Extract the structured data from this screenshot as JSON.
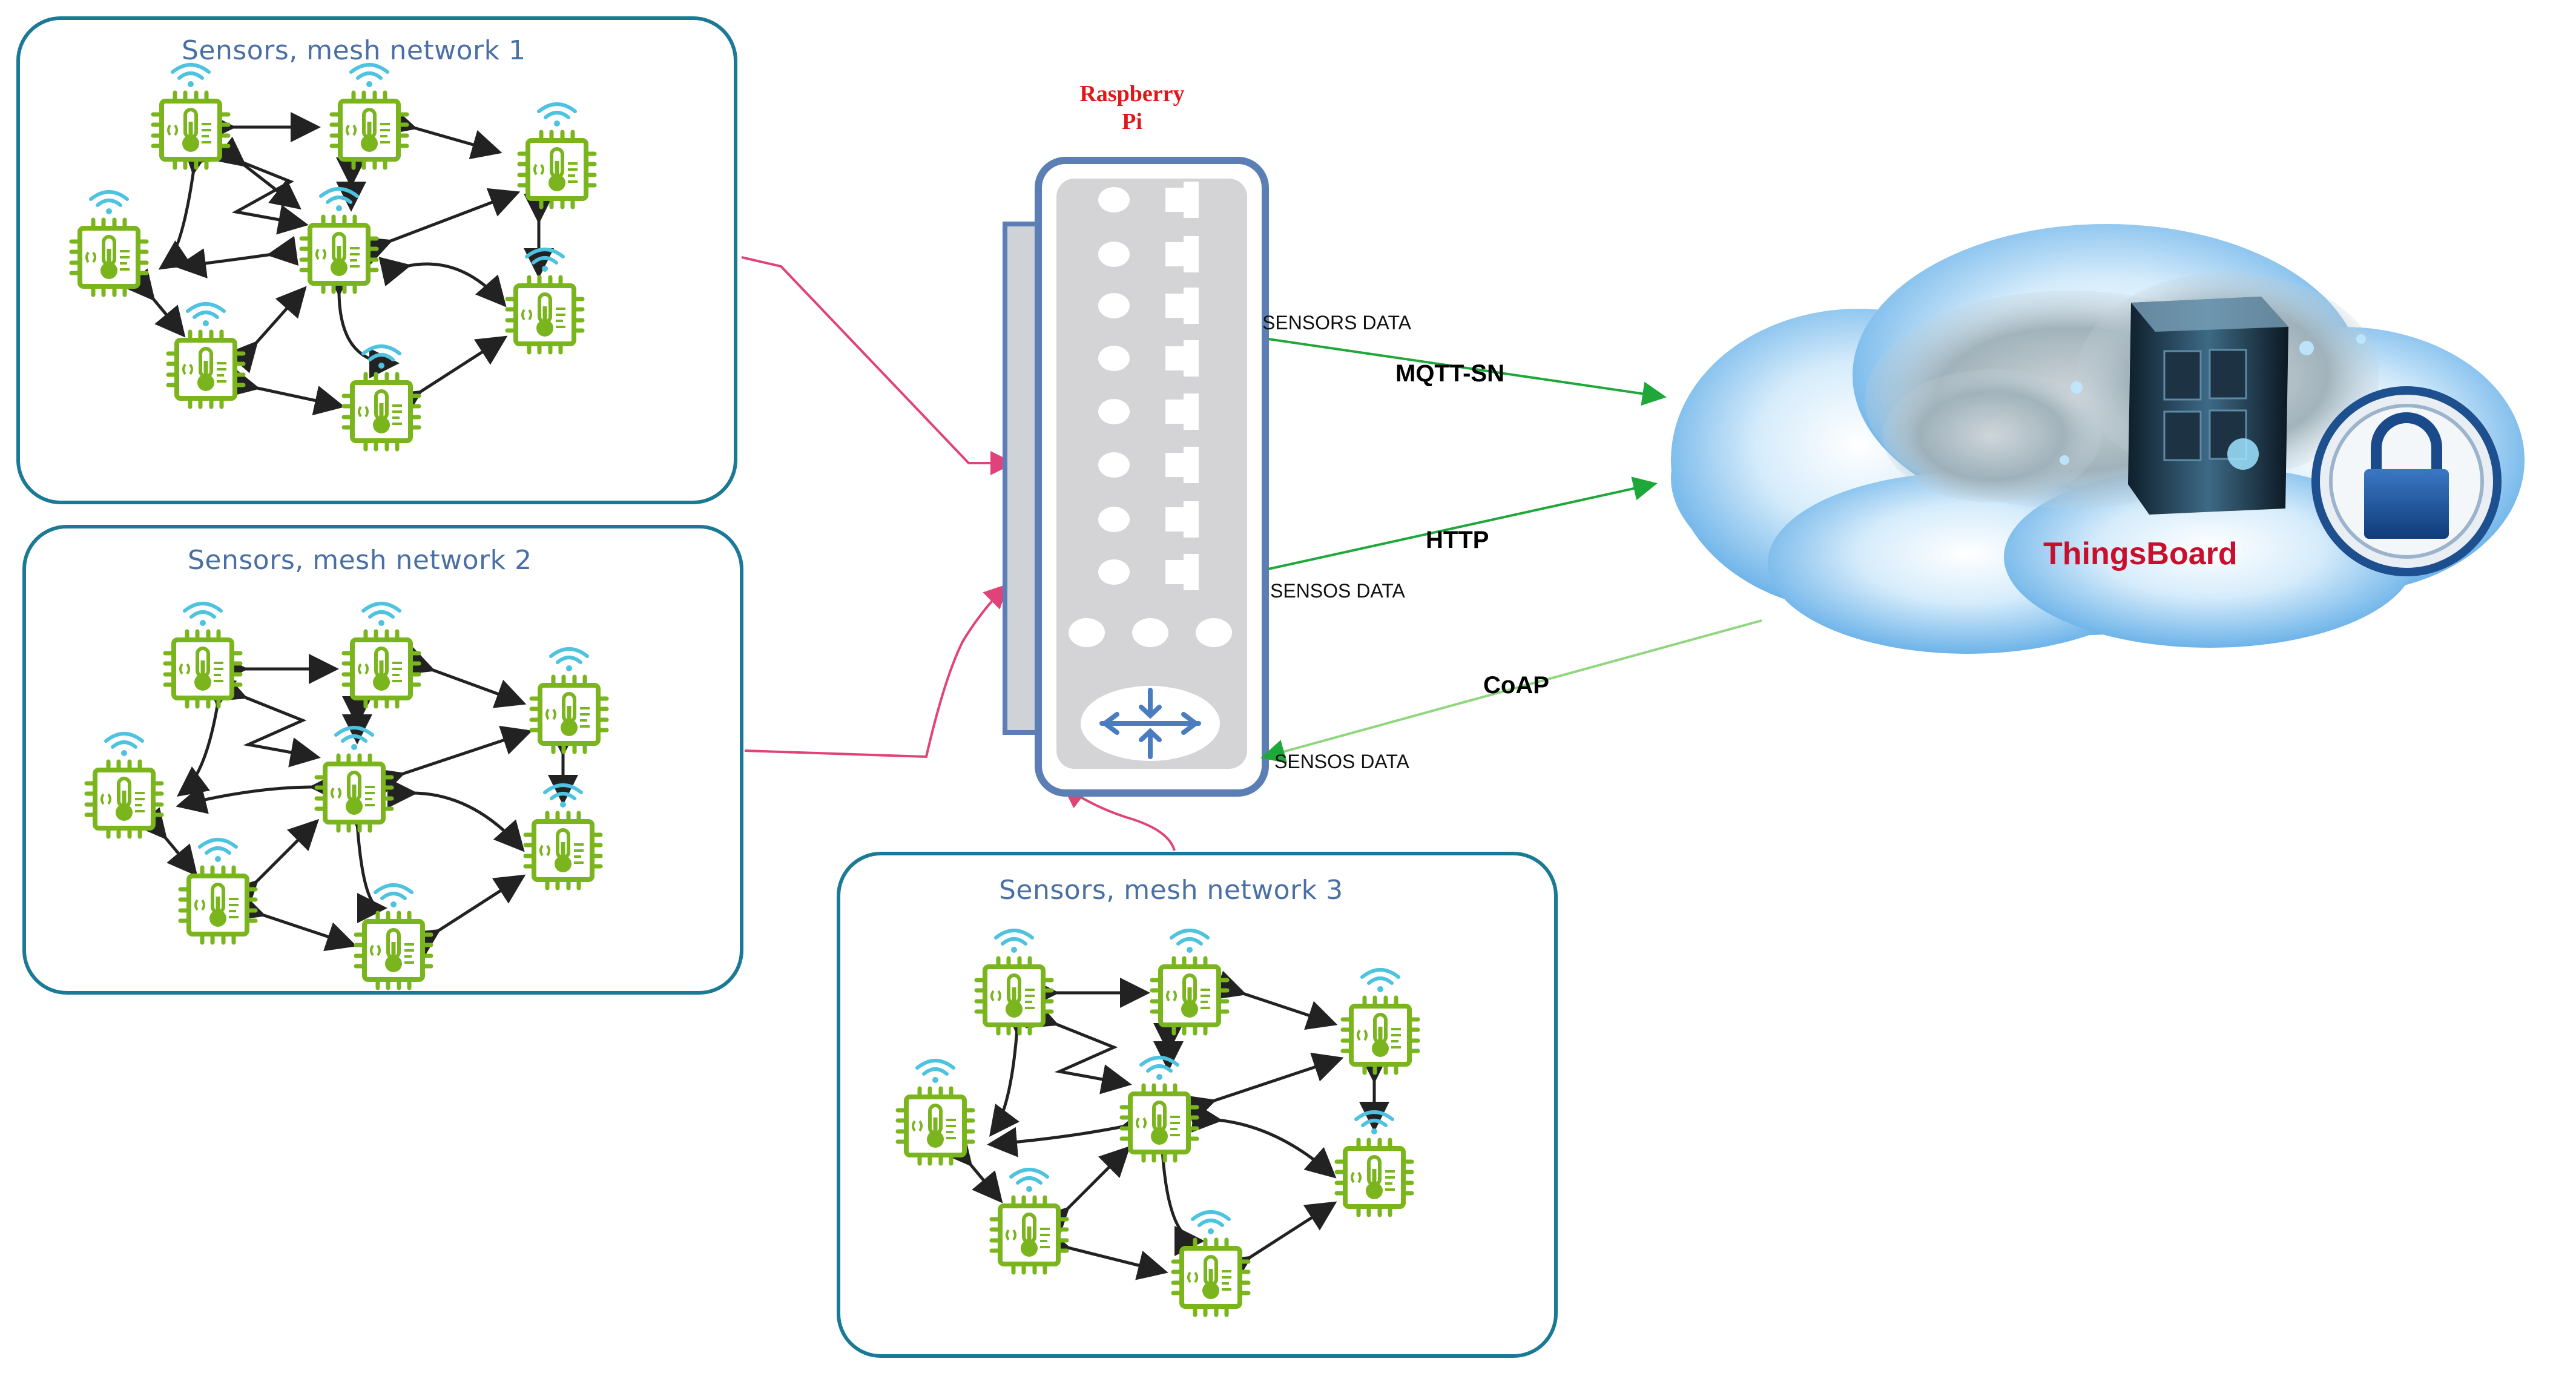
{
  "mesh_networks": [
    {
      "title": "Sensors, mesh network 1"
    },
    {
      "title": "Sensors, mesh network 2"
    },
    {
      "title": "Sensors, mesh network 3"
    }
  ],
  "gateway": {
    "title_line1": "Raspberry",
    "title_line2": "Pi"
  },
  "cloud": {
    "name": "ThingsBoard"
  },
  "links": {
    "top_data_label": "SENSORS DATA",
    "mid_data_label": "SENSOS DATA",
    "bottom_data_label": "SENSOS DATA",
    "proto_mqtt": "MQTT-SN",
    "proto_http": "HTTP",
    "proto_coap": "CoAP"
  },
  "colors": {
    "panel_border": "#1a7a96",
    "sensor_green": "#7ab51d",
    "wifi_cyan": "#4dc3e0",
    "link_pink": "#e0427a",
    "link_green": "#2db84a",
    "link_light_green": "#8fd67f",
    "device_blue": "#5b7fb5",
    "title_red": "#e01818"
  }
}
